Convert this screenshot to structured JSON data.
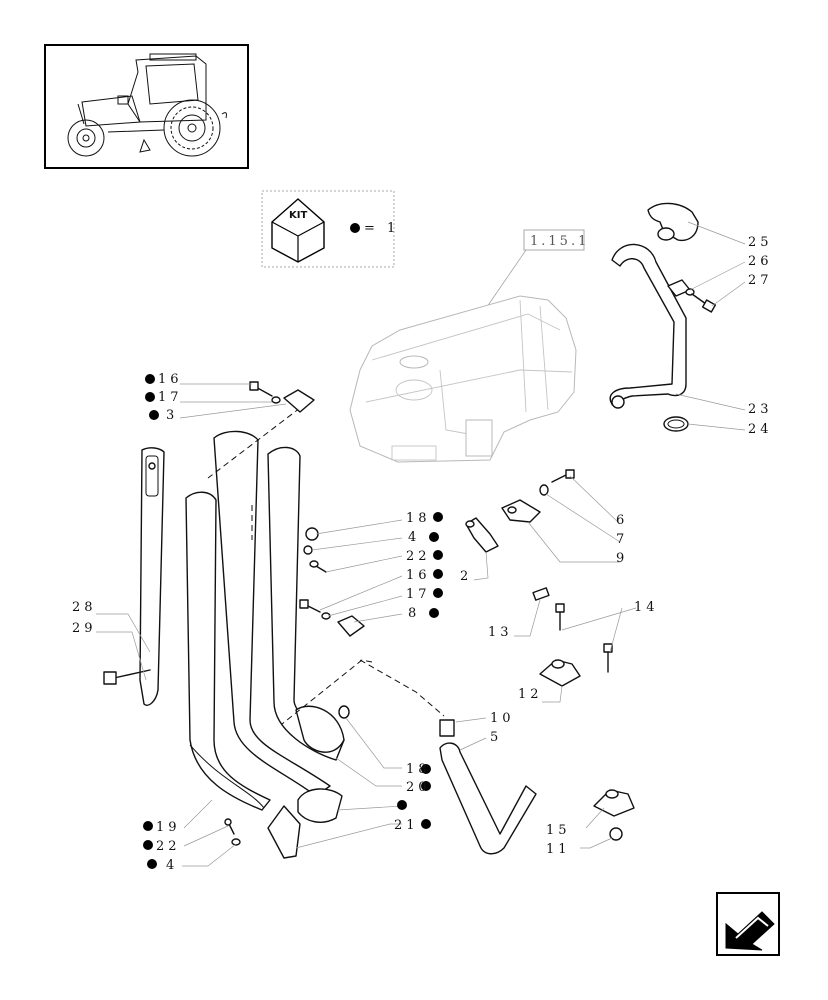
{
  "kit": {
    "label": "KIT",
    "legend_text": "= 1"
  },
  "reference": "1.15.1",
  "labels": {
    "p25": "25",
    "p26": "26",
    "p27": "27",
    "p23": "23",
    "p24": "24",
    "p16a": "16",
    "p17a": "17",
    "p3": "3",
    "p18a": "18",
    "p4a": "4",
    "p22a": "22",
    "p16b": "16",
    "p17b": "17",
    "p8": "8",
    "p6": "6",
    "p7": "7",
    "p9": "9",
    "p2": "2",
    "p28": "28",
    "p29": "29",
    "p13": "13",
    "p14": "14",
    "p12": "12",
    "p10": "10",
    "p5": "5",
    "p18b": "18",
    "p20": "20",
    "p21": "21",
    "p19": "19",
    "p22b": "22",
    "p4b": "4",
    "p15": "15",
    "p11": "11"
  },
  "icons": {
    "tractor": "tractor-thumbnail-icon",
    "kit": "kit-box-icon",
    "nav": "navigation-arrow-icon"
  }
}
